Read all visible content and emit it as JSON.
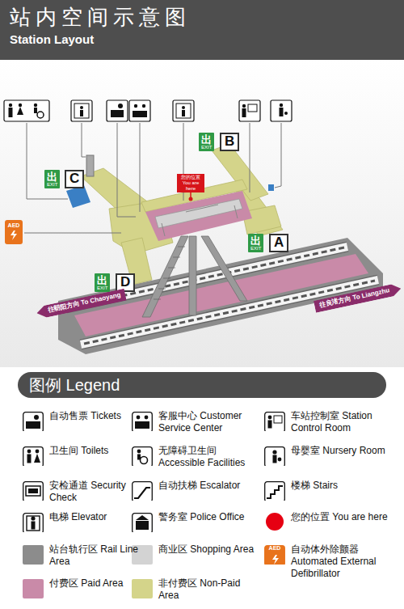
{
  "diagram": {
    "title": "站内空间示意图",
    "nodes": [
      {
        "text": [
          "出",
          "EXIT"
        ]
      },
      {
        "text": [
          "B"
        ]
      },
      {
        "text": [
          "出",
          "EXIT"
        ]
      },
      {
        "text": [
          "C"
        ]
      },
      {
        "text": [
          "您的位置 You are here"
        ]
      },
      {
        "text": [
          "出",
          "EXIT"
        ]
      },
      {
        "text": [
          "A"
        ]
      },
      {
        "text": [
          "出",
          "EXIT"
        ]
      },
      {
        "text": [
          "D"
        ]
      },
      {
        "text": [
          "往朝阳方向 To Chaoyang"
        ]
      },
      {
        "text": [
          "往良渚方向 To Liangzhu"
        ]
      },
      {
        "text": [
          "图例 Legend"
        ]
      }
    ],
    "labels": [
      "Station Layout",
      "AED",
      "AED"
    ],
    "legend": [
      {
        "text": "自动售票 Tickets"
      },
      {
        "text": "客服中心 Customer Service Center"
      },
      {
        "text": "车站控制室 Station Control Room"
      },
      {
        "text": "卫生间 Toilets"
      },
      {
        "text": "无障碍卫生间 Accessible Facilities"
      },
      {
        "text": "母婴室 Nursery Room"
      },
      {
        "text": "安检通道 Security Check"
      },
      {
        "text": "自动扶梯 Escalator"
      },
      {
        "text": "楼梯 Stairs"
      },
      {
        "text": "电梯 Elevator"
      },
      {
        "text": "警务室 Police Office"
      },
      {
        "text": "您的位置 You are here",
        "color": "#e60012"
      },
      {
        "text": "站台轨行区 Rail Line Area",
        "color": "#8c8c8c"
      },
      {
        "text": "商业区 Shopping Area",
        "color": "#d3d3d3"
      },
      {
        "text": "自动体外除颤器 Automated External Defibrillator"
      },
      {
        "text": "付费区 Paid Area",
        "color": "#c98aa8"
      },
      {
        "text": "非付费区 Non-Paid Area",
        "color": "#d4d48a"
      }
    ]
  }
}
